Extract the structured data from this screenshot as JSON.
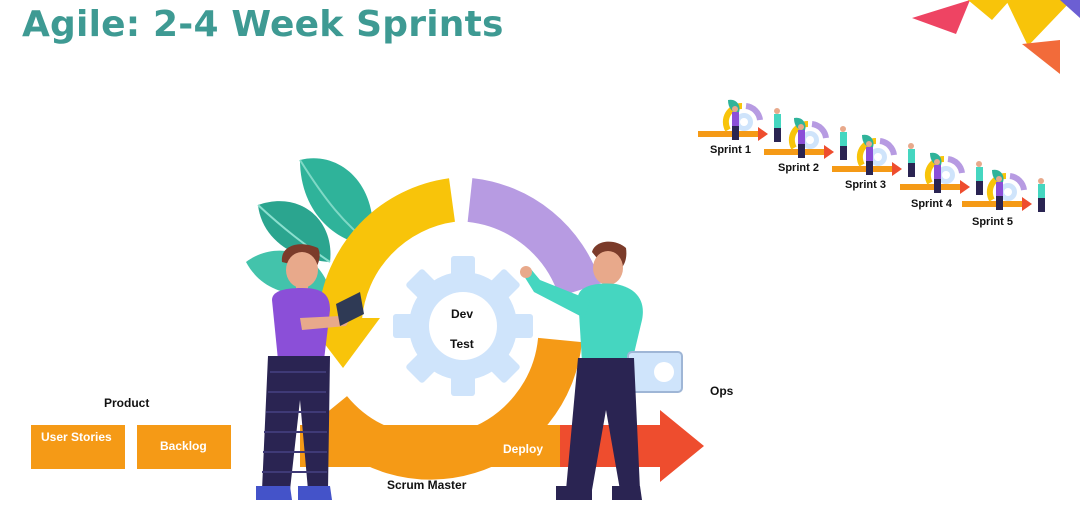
{
  "title": "Agile: 2-4 Week Sprints",
  "labels": {
    "product": "Product",
    "user_stories": "User Stories",
    "backlog": "Backlog",
    "dev": "Dev",
    "test": "Test",
    "ops": "Ops",
    "deploy": "Deploy",
    "scrum_master": "Scrum Master"
  },
  "sprints": [
    "Sprint 1",
    "Sprint 2",
    "Sprint 3",
    "Sprint 4",
    "Sprint 5"
  ],
  "colors": {
    "title": "#3e9a93",
    "orange": "#f59a16",
    "yellow": "#f8c40a",
    "lavender": "#b79be2",
    "gear": "#cfe4fb",
    "leaf": "#2fb39a",
    "red_arrow": "#ee4d2e"
  }
}
